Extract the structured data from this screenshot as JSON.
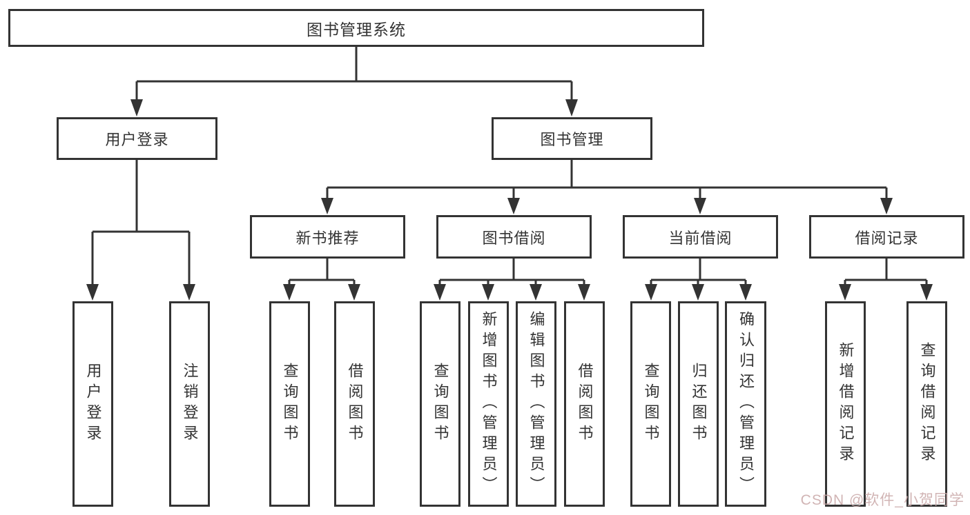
{
  "diagram_title": "图书管理系统",
  "nodes": {
    "root": "图书管理系统",
    "user_login_group": "用户登录",
    "book_management": "图书管理",
    "new_book_recommend": "新书推荐",
    "book_borrowing": "图书借阅",
    "current_borrowing": "当前借阅",
    "borrowing_records": "借阅记录",
    "ul_user_login": "用户登录",
    "ul_logout": "注销登录",
    "nb_query_books": "查询图书",
    "nb_borrow_books": "借阅图书",
    "bb_query_books": "查询图书",
    "bb_add_books_admin": "新增图书（管理员）",
    "bb_edit_books_admin": "编辑图书（管理员）",
    "bb_borrow_books": "借阅图书",
    "cb_query_books": "查询图书",
    "cb_return_books": "归还图书",
    "cb_confirm_return_admin": "确认归还（管理员）",
    "br_add_record": "新增借阅记录",
    "br_query_record": "查询借阅记录"
  },
  "watermark": {
    "text": "CSDN @软件_小贺同学"
  },
  "colors": {
    "line": "#333333",
    "text": "#333333",
    "watermark": "#c9a8a8",
    "background": "#ffffff"
  }
}
